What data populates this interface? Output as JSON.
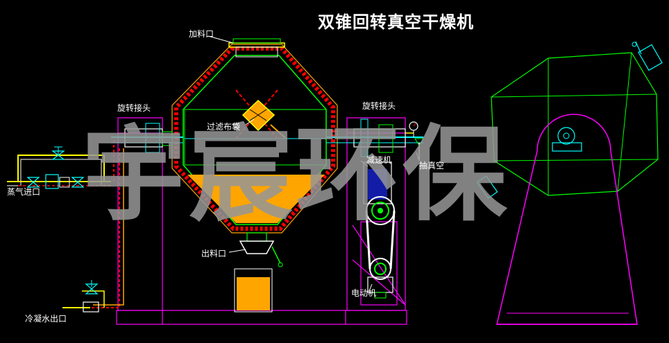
{
  "title": "双锥回转真空干燥机",
  "labels": {
    "feed_inlet": "加料口",
    "rotary_joint_left": "旋转接头",
    "rotary_joint_right": "旋转接头",
    "filter_bag": "过滤布袋",
    "reducer": "减速机",
    "vacuum": "抽真空",
    "steam_inlet": "蒸气进口",
    "discharge": "出料口",
    "motor": "电动机",
    "condensate_outlet": "冷凝水出口"
  },
  "watermark": "宇宸环保",
  "colors": {
    "background": "#000000",
    "frame": "#ff00ff",
    "vessel": "#00ff00",
    "jacket": "#ff0000",
    "steam_pipe": "#ffff00",
    "material": "#ffa500",
    "shaft": "#00ffff"
  }
}
